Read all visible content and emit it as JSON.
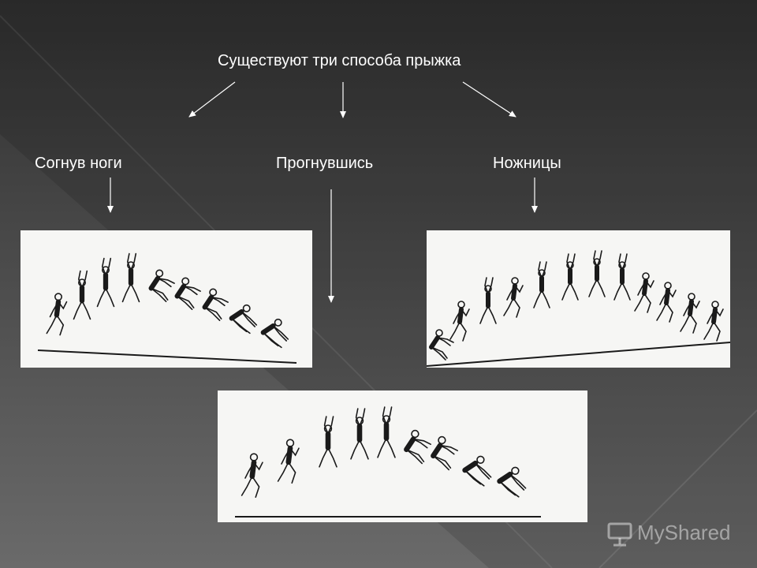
{
  "slide": {
    "title": "Существуют три способа прыжка",
    "methods": [
      {
        "label": "Согнув ноги"
      },
      {
        "label": "Прогнувшись"
      },
      {
        "label": "Ножницы"
      }
    ]
  },
  "watermark": {
    "text": "MyShared"
  },
  "colors": {
    "text": "#ffffff",
    "arrow": "#ffffff",
    "panel": "#f6f6f4",
    "figure": "#1a1a1a"
  }
}
